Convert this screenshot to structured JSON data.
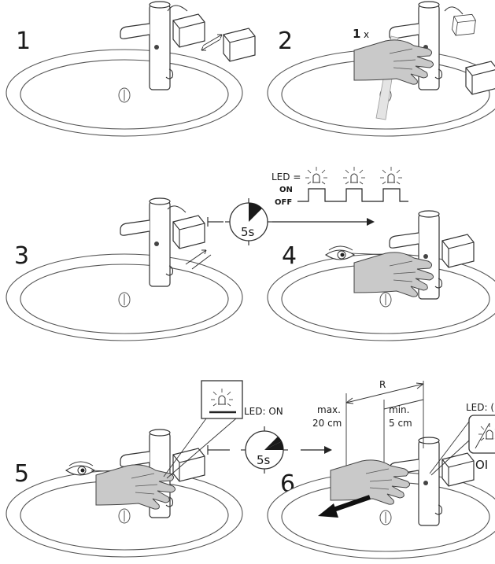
{
  "steps": [
    {
      "number": "1"
    },
    {
      "number": "2",
      "count_prefix": "1",
      "count_suffix": "x"
    },
    {
      "number": "3"
    },
    {
      "number": "4"
    },
    {
      "number": "5"
    },
    {
      "number": "6"
    }
  ],
  "led_legend": {
    "title": "LED =",
    "on": "ON",
    "off": "OFF"
  },
  "timer_labels": {
    "step3": "5s",
    "step5": "5s"
  },
  "step5_status": "LED: ON",
  "step6": {
    "range_label": "R",
    "max_label": "max.",
    "max_value": "20 cm",
    "min_label": "min.",
    "min_value": "5 cm",
    "led_label": "LED: (",
    "cut_text": "OI"
  },
  "icons": [
    "faucet-icon",
    "battery-box-icon",
    "hand-icon",
    "eye-icon",
    "led-icon",
    "stopwatch-icon",
    "arrow-icon"
  ],
  "colors": {
    "line": "#333333",
    "hand_fill": "#c9c9c9",
    "water": "#dddddd"
  }
}
